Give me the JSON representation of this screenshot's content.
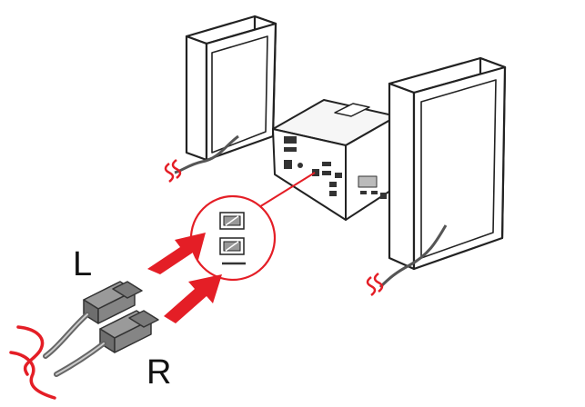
{
  "diagram": {
    "labels": {
      "left": "L",
      "right": "R"
    },
    "colors": {
      "accent": "#e41e26",
      "outline": "#222222",
      "cable": "#666666",
      "plug": "#8a8a8a"
    },
    "components": [
      "left-speaker",
      "right-speaker",
      "main-unit",
      "speaker-terminal-zoom",
      "left-speaker-plug",
      "right-speaker-plug",
      "insert-arrow",
      "cable-break-mark"
    ]
  }
}
